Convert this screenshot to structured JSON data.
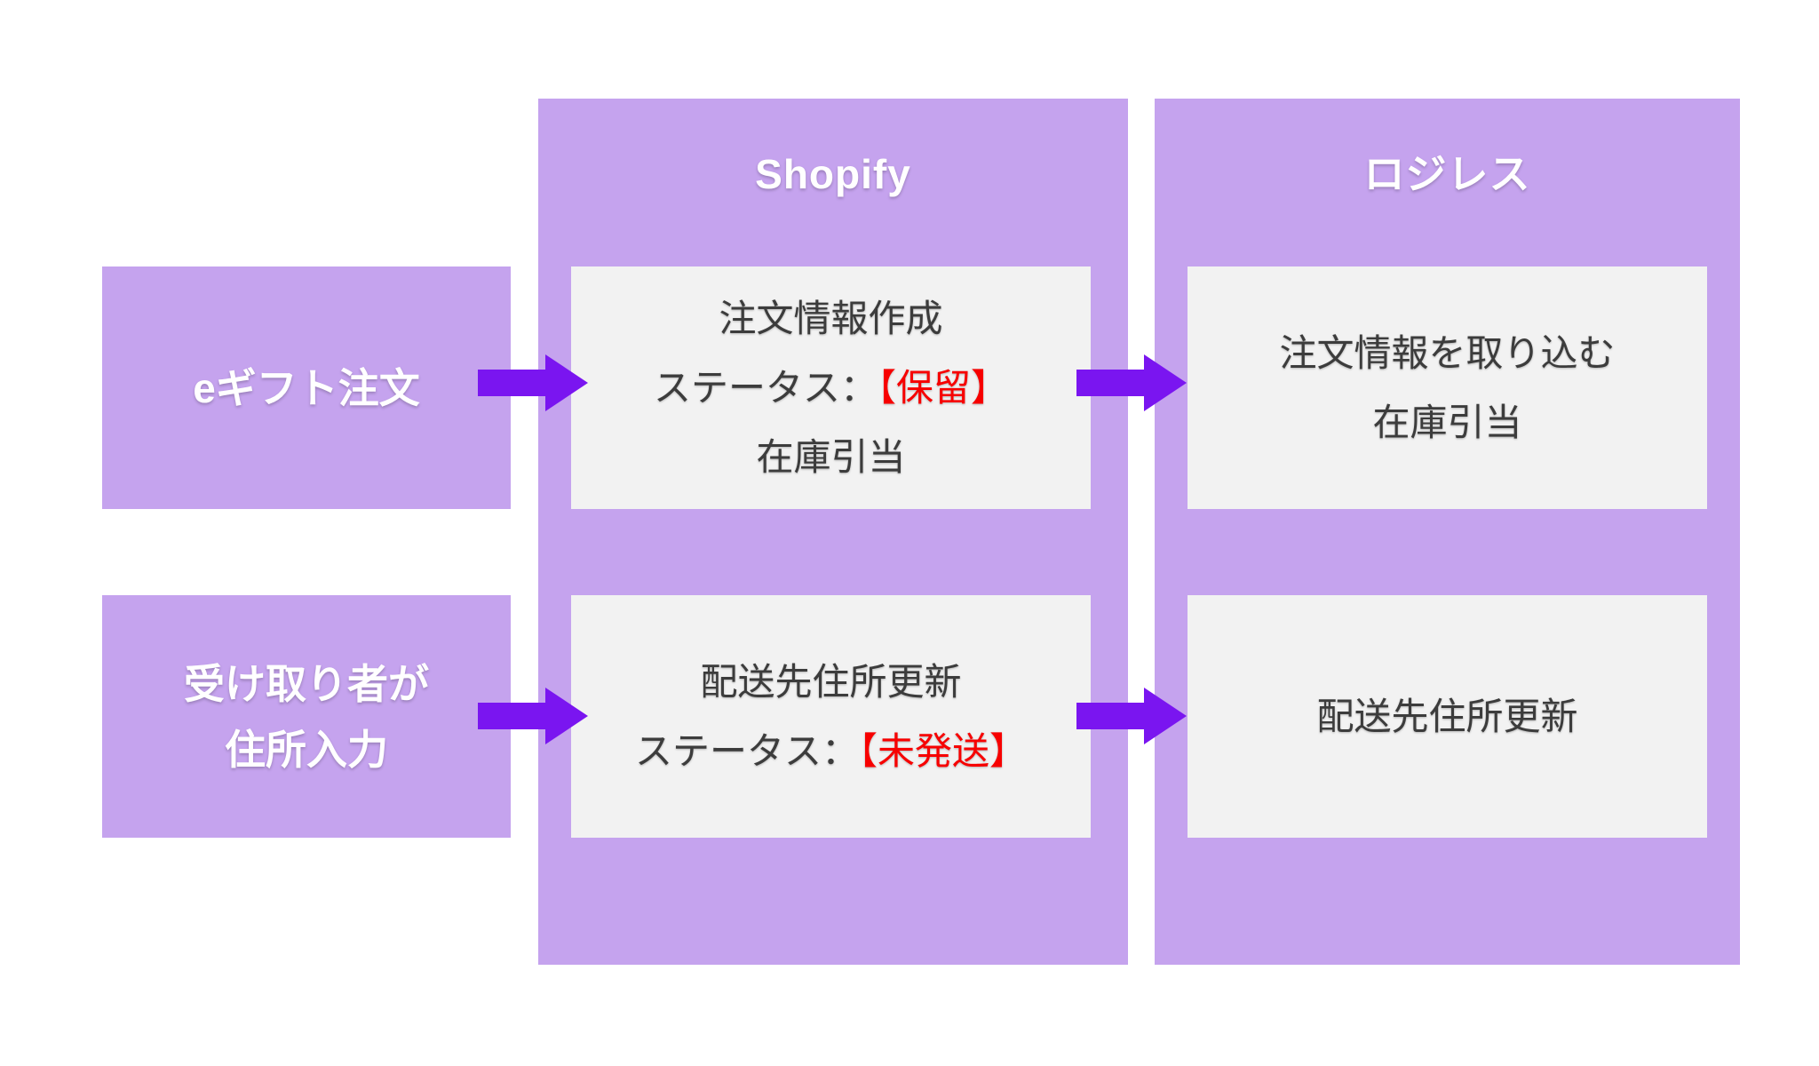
{
  "colors": {
    "lavender": "#c5a3ee",
    "arrow": "#7a15f0",
    "panel": "#f2f2f2",
    "ink": "#3c3c3c",
    "alert": "#f70000",
    "white_ink": "#ffffff",
    "canvas_bg": "#ffffff"
  },
  "columns": {
    "shopify": {
      "title": "Shopify"
    },
    "logiless": {
      "title": "ロジレス"
    }
  },
  "rows": [
    {
      "source": {
        "line1": "eギフト注文"
      },
      "shopify": {
        "line1": "注文情報作成",
        "line2_label": "ステータス：",
        "line2_status": "【保留】",
        "line3": "在庫引当"
      },
      "logiless": {
        "line1": "注文情報を取り込む",
        "line2": "在庫引当"
      }
    },
    {
      "source": {
        "line1": "受け取り者が",
        "line2": "住所入力"
      },
      "shopify": {
        "line1": "配送先住所更新",
        "line2_label": "ステータス：",
        "line2_status": "【未発送】"
      },
      "logiless": {
        "line1": "配送先住所更新"
      }
    }
  ]
}
